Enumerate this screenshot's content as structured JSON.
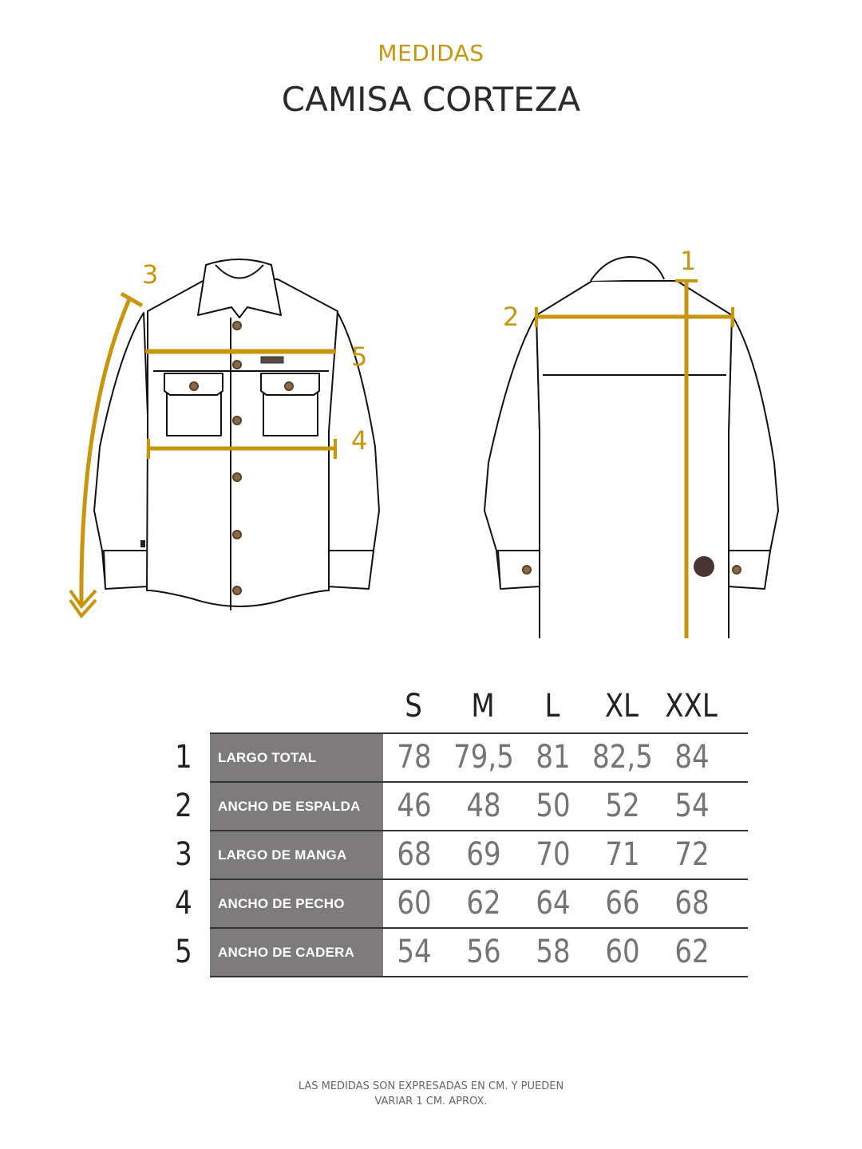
{
  "header": {
    "subtitle": "MEDIDAS",
    "title": "CAMISA CORTEZA"
  },
  "colors": {
    "accent_gold": "#c9950c",
    "label_cell_bg": "#7d7b7c",
    "value_text": "#747474",
    "heading_text": "#2a2a2a"
  },
  "diagram": {
    "front_view": {
      "measure_labels": [
        {
          "number": "3",
          "name": "largo-de-manga"
        },
        {
          "number": "4",
          "name": "ancho-de-pecho"
        },
        {
          "number": "5",
          "name": "ancho-de-cadera"
        }
      ]
    },
    "back_view": {
      "measure_labels": [
        {
          "number": "1",
          "name": "largo-total"
        },
        {
          "number": "2",
          "name": "ancho-de-espalda"
        }
      ]
    }
  },
  "size_table": {
    "sizes": [
      "S",
      "M",
      "L",
      "XL",
      "XXL"
    ],
    "rows": [
      {
        "index": "1",
        "label": "LARGO TOTAL",
        "values": [
          "78",
          "79,5",
          "81",
          "82,5",
          "84"
        ]
      },
      {
        "index": "2",
        "label": "ANCHO DE ESPALDA",
        "values": [
          "46",
          "48",
          "50",
          "52",
          "54"
        ]
      },
      {
        "index": "3",
        "label": "LARGO DE MANGA",
        "values": [
          "68",
          "69",
          "70",
          "71",
          "72"
        ]
      },
      {
        "index": "4",
        "label": "ANCHO DE PECHO",
        "values": [
          "60",
          "62",
          "64",
          "66",
          "68"
        ]
      },
      {
        "index": "5",
        "label": "ANCHO DE CADERA",
        "values": [
          "54",
          "56",
          "58",
          "60",
          "62"
        ]
      }
    ]
  },
  "footnote": {
    "line1": "LAS MEDIDAS SON EXPRESADAS EN CM. Y PUEDEN",
    "line2": "VARIAR 1 CM. APROX."
  }
}
